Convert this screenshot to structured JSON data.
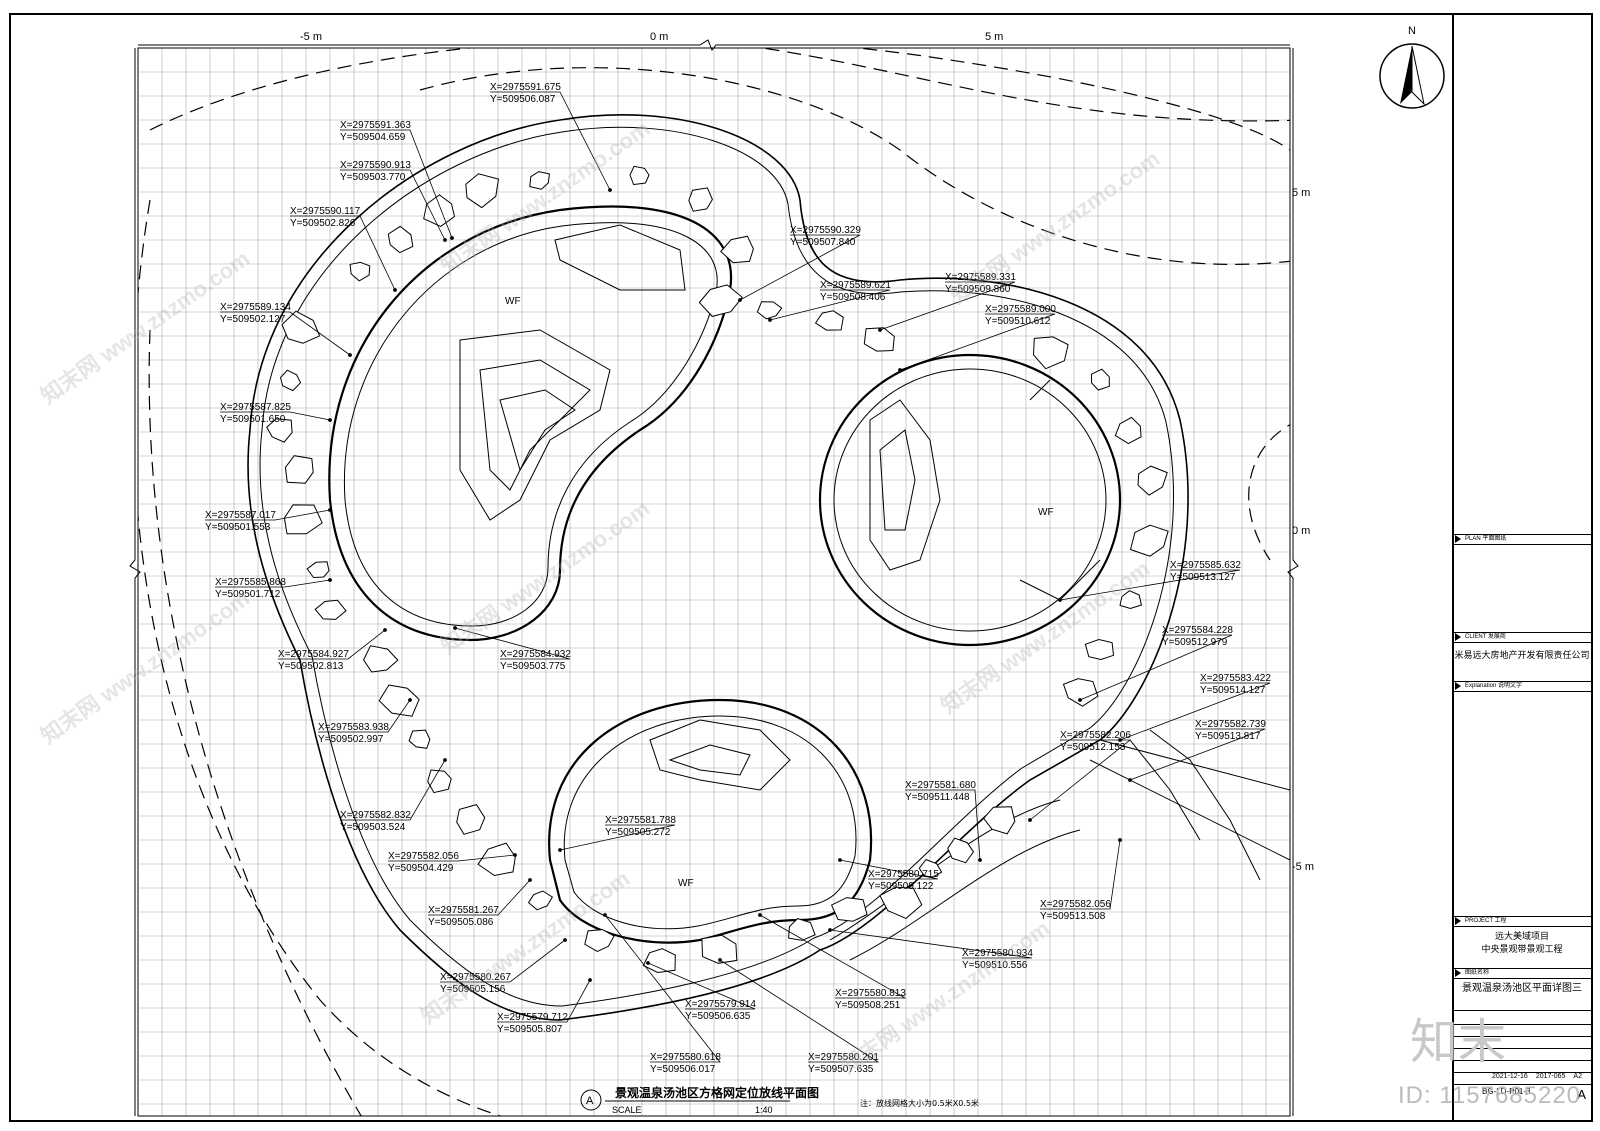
{
  "plan": {
    "scale_top": [
      "-5 m",
      "0 m",
      "5 m"
    ],
    "scale_right": [
      "5 m",
      "0 m",
      "-5 m"
    ],
    "north": "N",
    "zone_label": "WF",
    "coordinates": [
      "X=2975591.675 Y=509506.087",
      "X=2975591.363 Y=509504.659",
      "X=2975590.913 Y=509503.770",
      "X=2975590.117 Y=509502.826",
      "X=2975589.134 Y=509502.127",
      "X=2975587.825 Y=509501.650",
      "X=2975587.017 Y=509501.553",
      "X=2975585.868 Y=509501.712",
      "X=2975584.927 Y=509502.813",
      "X=2975584.932 Y=509503.775",
      "X=2975583.938 Y=509502.997",
      "X=2975582.832 Y=509503.524",
      "X=2975582.056 Y=509504.429",
      "X=2975581.267 Y=509505.086",
      "X=2975580.267 Y=509505.156",
      "X=2975579.712 Y=509505.807",
      "X=2975580.618 Y=509506.017",
      "X=2975579.914 Y=509506.635",
      "X=2975580.201 Y=509507.635",
      "X=2975580.813 Y=509508.251",
      "X=2975580.934 Y=509510.556",
      "X=2975580.715 Y=509509.122",
      "X=2975581.788 Y=509505.272",
      "X=2975581.680 Y=509511.448",
      "X=2975582.206 Y=509512.153",
      "X=2975582.056 Y=509513.508",
      "X=2975582.739 Y=509513.817",
      "X=2975583.422 Y=509514.127",
      "X=2975584.228 Y=509512.979",
      "X=2975585.632 Y=509513.127",
      "X=2975589.000 Y=509510.612",
      "X=2975589.331 Y=509509.860",
      "X=2975589.621 Y=509508.406",
      "X=2975590.329 Y=509507.840"
    ],
    "title": "景观温泉汤池区方格网定位放线平面图",
    "title_marker": "A",
    "scale_word": "SCALE",
    "scale_value": "1:40",
    "note": "注：放线网格大小为0.5米X0.5米"
  },
  "titleblock": {
    "plan_head": "PLAN 平面图纸",
    "client_head": "CLIENT 发展商",
    "client_name": "米易远大房地产开发有限责任公司",
    "explanation_head": "Explanation 说明文字",
    "project_head": "PROJECT 工程",
    "project_line1": "远大美域项目",
    "project_line2": "中央景观带景观工程",
    "drawing_head": "图纸名称",
    "drawing_name": "景观温泉汤池区平面详图三",
    "date1": "2021-12-16",
    "date2": "2017-065",
    "size": "A2",
    "rev": "A",
    "drawing_no": "BG-LD-P01-3"
  },
  "watermark": {
    "site": "www.znzmo.com",
    "brand": "知末网",
    "logo": "知末",
    "id": "ID: 1157685220"
  }
}
